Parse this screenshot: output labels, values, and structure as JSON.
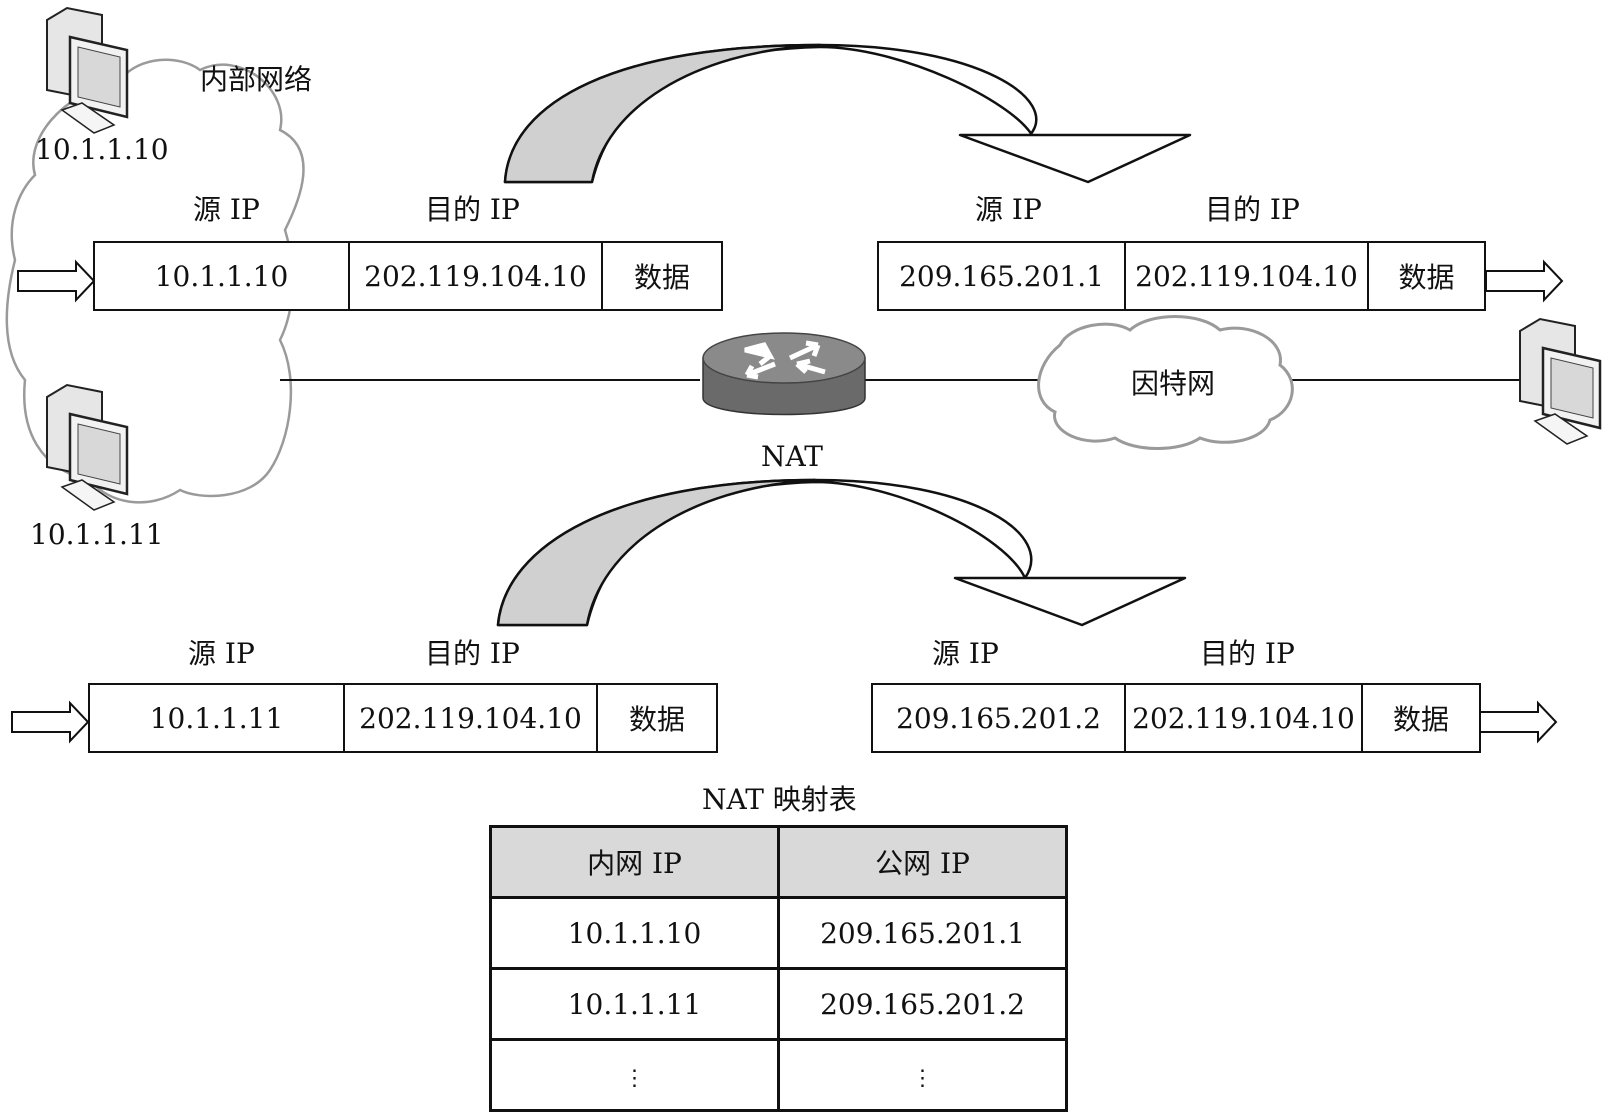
{
  "internal_network": {
    "label": "内部网络",
    "hosts": [
      {
        "ip": "10.1.1.10",
        "icon": "desktop-computer-icon"
      },
      {
        "ip": "10.1.1.11",
        "icon": "desktop-computer-icon"
      }
    ]
  },
  "internet": {
    "label": "因特网",
    "icon": "cloud-icon"
  },
  "remote_host": {
    "icon": "desktop-computer-icon"
  },
  "router": {
    "label": "NAT",
    "icon": "router-icon"
  },
  "packets": {
    "top_in": {
      "src_header": "源 IP",
      "dst_header": "目的 IP",
      "src": "10.1.1.10",
      "dst": "202.119.104.10",
      "payload": "数据"
    },
    "top_out": {
      "src_header": "源 IP",
      "dst_header": "目的 IP",
      "src": "209.165.201.1",
      "dst": "202.119.104.10",
      "payload": "数据"
    },
    "bottom_in": {
      "src_header": "源 IP",
      "dst_header": "目的 IP",
      "src": "10.1.1.11",
      "dst": "202.119.104.10",
      "payload": "数据"
    },
    "bottom_out": {
      "src_header": "源 IP",
      "dst_header": "目的 IP",
      "src": "209.165.201.2",
      "dst": "202.119.104.10",
      "payload": "数据"
    }
  },
  "nat_table": {
    "title": "NAT 映射表",
    "headers": [
      "内网 IP",
      "公网 IP"
    ],
    "rows": [
      [
        "10.1.1.10",
        "209.165.201.1"
      ],
      [
        "10.1.1.11",
        "209.165.201.2"
      ]
    ],
    "ellipsis": "⋮"
  },
  "colors": {
    "arrow_fill": "#d0d0d0",
    "table_header": "#d9d9d9",
    "router_body": "#7a7a7a"
  }
}
